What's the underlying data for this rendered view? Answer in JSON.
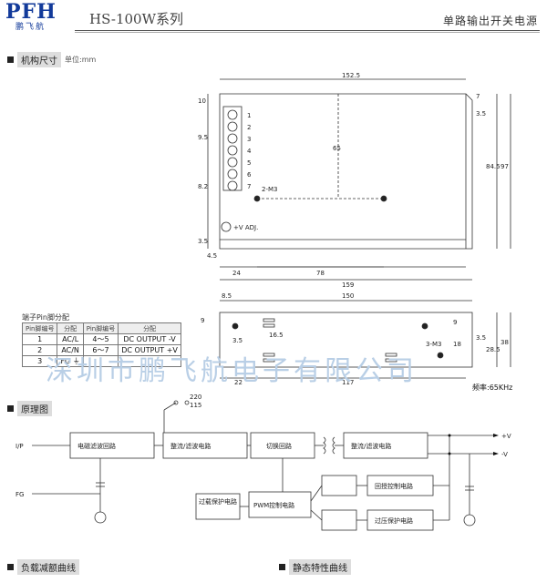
{
  "header": {
    "logo": "PFH",
    "logo_sub": "鹏飞航",
    "model": "HS-100W系列",
    "category": "单路输出开关电源"
  },
  "section_dimensions": {
    "title": "机构尺寸",
    "unit": "单位:mm"
  },
  "top_view": {
    "dims": [
      "152.5",
      "7",
      "3.5",
      "10",
      "9.5",
      "8.2",
      "65",
      "2-M3",
      "84.5",
      "97",
      "3.5",
      "4.5",
      "24",
      "78",
      "159"
    ],
    "terminals": [
      "1",
      "2",
      "3",
      "4",
      "5",
      "6",
      "7"
    ],
    "adj_label": "+V ADJ."
  },
  "side_view": {
    "dims": [
      "8.5",
      "150",
      "9",
      "16.5",
      "3.5",
      "9",
      "3-M3",
      "18",
      "3.5",
      "28.5",
      "38",
      "22",
      "117"
    ]
  },
  "pin_table": {
    "caption": "端子Pin脚分配",
    "headers": [
      "Pin脚编号",
      "分配",
      "Pin脚编号",
      "分配"
    ],
    "rows": [
      [
        "1",
        "AC/L",
        "4～5",
        "DC OUTPUT -V"
      ],
      [
        "2",
        "AC/N",
        "6～7",
        "DC OUTPUT +V"
      ],
      [
        "3",
        "FG ⏚",
        "",
        ""
      ]
    ]
  },
  "watermark": "深圳市鹏飞航电子有限公司",
  "section_principle": {
    "title": "原理图",
    "freq": "频率:65KHz"
  },
  "schematic": {
    "ip": "I/P",
    "fg": "FG",
    "v220": "220",
    "v115": "115",
    "emi": "电磁滤波回路",
    "rect1": "整流/滤波电路",
    "switch": "切换回路",
    "rect2": "整流/滤波电路",
    "pwm": "PWM控制电路",
    "fb": "回授控制电路",
    "olp": "过载保护电路",
    "ovp": "过压保护电路",
    "vpos": "+V",
    "vneg": "-V"
  },
  "section_derating": {
    "title": "负载减额曲线"
  },
  "section_static": {
    "title": "静态特性曲线"
  }
}
